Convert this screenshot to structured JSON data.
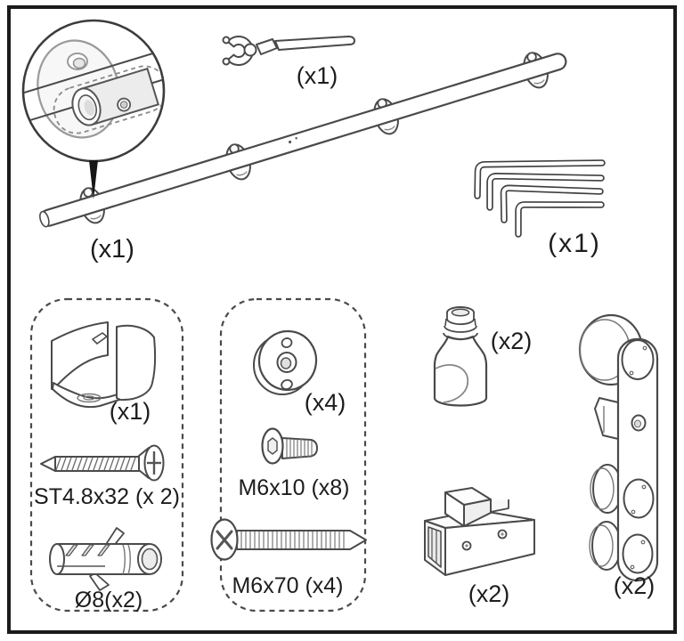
{
  "colors": {
    "line": "#454545",
    "light_line": "#9a9a9a",
    "text": "#1d1d1d",
    "border": "#1b1b1b",
    "shade": "#ececec"
  },
  "parts": {
    "rail": {
      "qty": "(x1)"
    },
    "wrench": {
      "qty": "(x1)"
    },
    "hex_key_set": {
      "qty": "(x1)"
    },
    "door_clamp": {
      "qty": "(x1)"
    },
    "wood_screw": {
      "label": "ST4.8x32 (x 2)"
    },
    "wall_anchor": {
      "label": "Ø8(x2)"
    },
    "spacer_washer": {
      "qty": "(x4)"
    },
    "m6x10_screw": {
      "label": "M6x10 (x8)"
    },
    "m6x70_screw": {
      "label": "M6x70 (x4)"
    },
    "door_stopper": {
      "qty": "(x2)"
    },
    "anti_jump_block": {
      "qty": "(x2)"
    },
    "roller_hanger": {
      "qty": "(x2)"
    }
  }
}
